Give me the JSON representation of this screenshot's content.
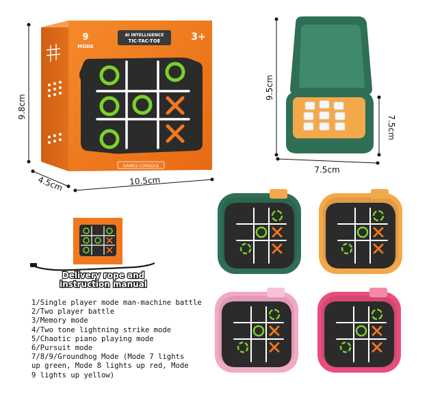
{
  "box": {
    "mode_number": "9",
    "mode_label": "MODE",
    "title_line1": "AI INTELLIGENCE",
    "title_line2": "TIC-TAC-TOE",
    "age": "3+",
    "console_label": "GAMES CONSOLE"
  },
  "dimensions": {
    "box_height": "9.8cm",
    "box_depth": "4.5cm",
    "box_width": "10.5cm",
    "device_height": "9.5cm",
    "device_width": "7.5cm",
    "device_depth": "7.5cm"
  },
  "rope_caption": "Delivery rope and instruction manual",
  "modes": [
    "1/Single player mode man-machine battle",
    "2/Two player battle",
    "3/Memory mode",
    "4/Two tone lightning strike mode",
    "5/Chaotic piano playing mode",
    "6/Pursuit mode",
    "7/8/9/Groundhog Mode (Mode 7 lights",
    "up green, Mode 8 lights up red, Mode",
    "9 lights up yellow)"
  ],
  "colors": {
    "box_orange": "#f07820",
    "board_dark": "#2b2b2b",
    "o_green": "#7ad22a",
    "x_orange": "#f07820",
    "device_green": "#2f6f55",
    "device_yellow": "#f3a94a",
    "device_light_pink": "#f2a9c6",
    "device_hot_pink": "#e84e7c"
  }
}
